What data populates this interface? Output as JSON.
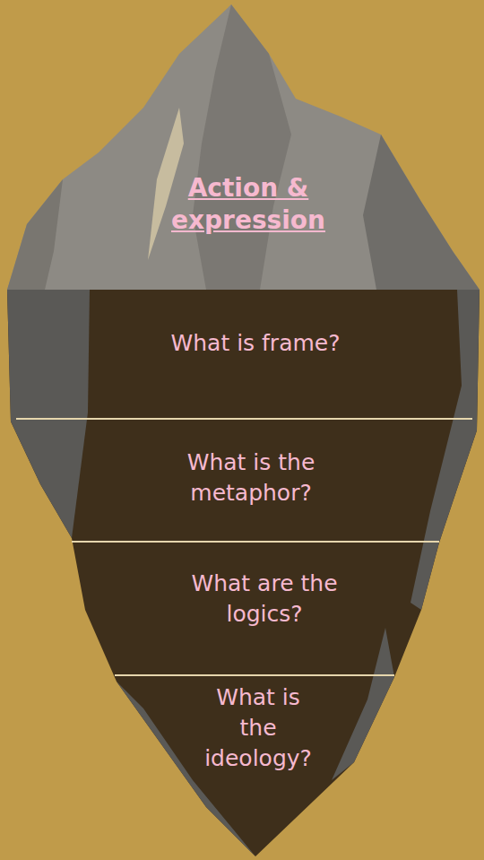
{
  "diagram": {
    "nodes": [
      {
        "text": [
          "Action & expression"
        ]
      },
      {
        "text": [
          "What is frame?"
        ]
      },
      {
        "text": [
          "What is the metaphor?"
        ]
      },
      {
        "text": [
          "What are the logics?"
        ]
      },
      {
        "text": [
          "What is the ideology?"
        ]
      }
    ]
  }
}
